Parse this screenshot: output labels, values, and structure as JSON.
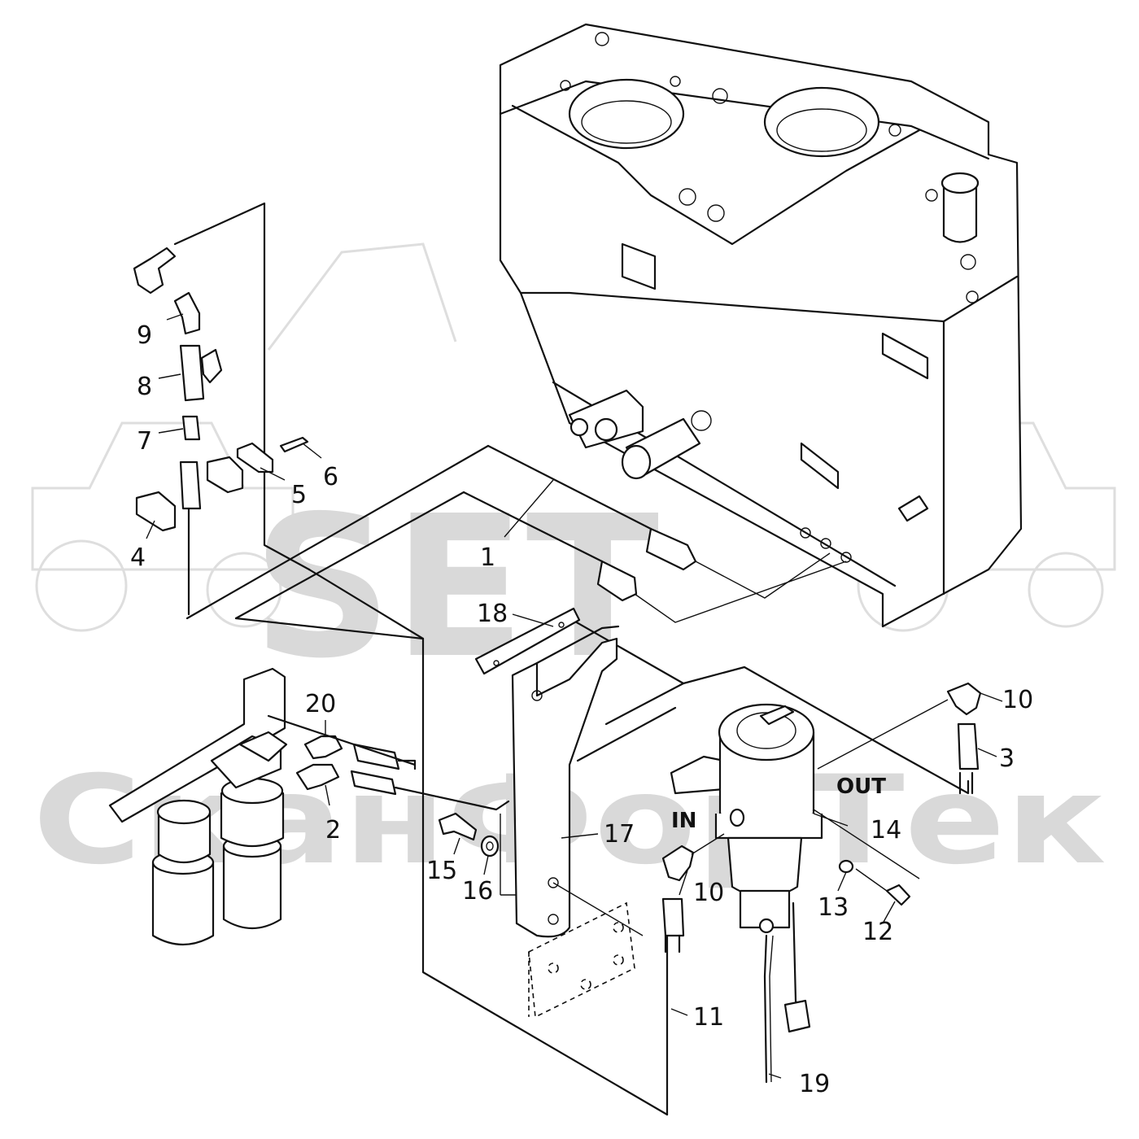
{
  "watermark": {
    "brand": "SET",
    "company": "СканФорТек"
  },
  "port_labels": {
    "inlet": "IN",
    "outlet": "OUT"
  },
  "callouts": [
    {
      "id": "c1",
      "text": "1"
    },
    {
      "id": "c2",
      "text": "2"
    },
    {
      "id": "c3",
      "text": "3"
    },
    {
      "id": "c4",
      "text": "4"
    },
    {
      "id": "c5",
      "text": "5"
    },
    {
      "id": "c6",
      "text": "6"
    },
    {
      "id": "c7",
      "text": "7"
    },
    {
      "id": "c8",
      "text": "8"
    },
    {
      "id": "c9",
      "text": "9"
    },
    {
      "id": "c10a",
      "text": "10"
    },
    {
      "id": "c10b",
      "text": "10"
    },
    {
      "id": "c11",
      "text": "11"
    },
    {
      "id": "c12",
      "text": "12"
    },
    {
      "id": "c13",
      "text": "13"
    },
    {
      "id": "c14",
      "text": "14"
    },
    {
      "id": "c15",
      "text": "15"
    },
    {
      "id": "c16",
      "text": "16"
    },
    {
      "id": "c17",
      "text": "17"
    },
    {
      "id": "c18",
      "text": "18"
    },
    {
      "id": "c19",
      "text": "19"
    },
    {
      "id": "c20",
      "text": "20"
    }
  ]
}
